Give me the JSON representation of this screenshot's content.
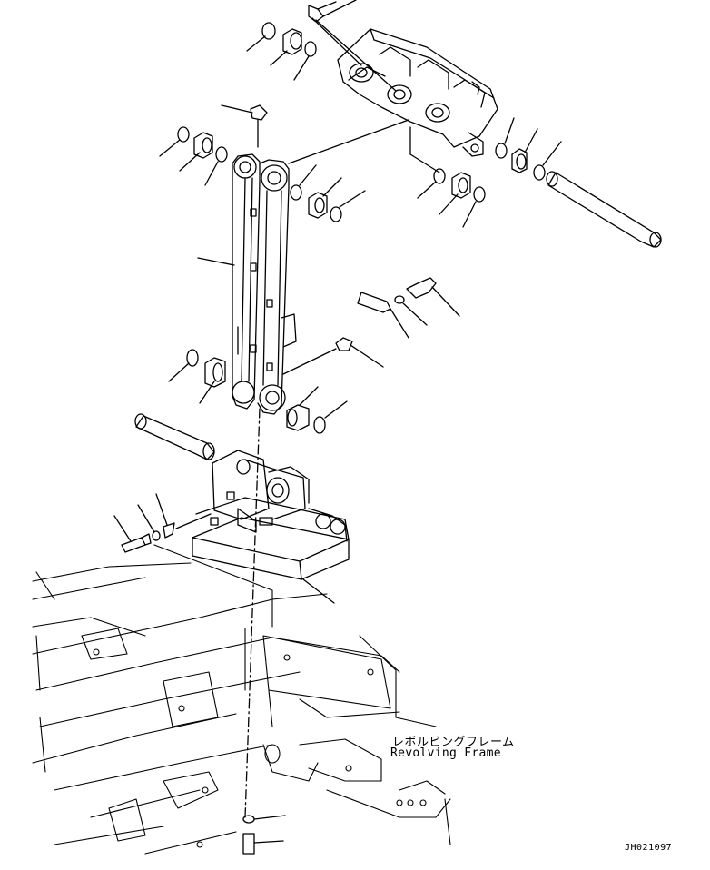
{
  "labels": {
    "frame_name_jp": "レボルビングフレーム",
    "frame_name_en": "Revolving Frame",
    "drawing_number": "JH021097"
  },
  "colors": {
    "line": "#000000",
    "background": "#ffffff"
  }
}
